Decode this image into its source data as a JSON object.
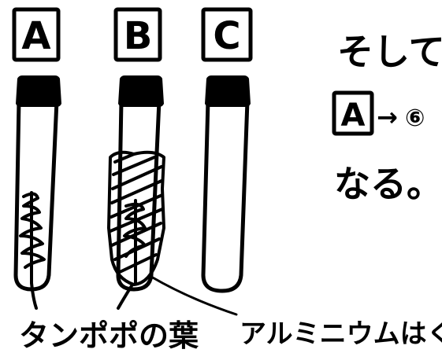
{
  "tubes": [
    {
      "label": "A",
      "content": "dandelion-leaf"
    },
    {
      "label": "B",
      "content": "dandelion-leaf-foil-wrapped"
    },
    {
      "label": "C",
      "content": "empty"
    }
  ],
  "notes": {
    "line1": "そして、",
    "line2_box": "A",
    "line2_arrow": "→",
    "line2_circled": "⑥",
    "line3": "なる。た"
  },
  "labels": {
    "dandelion_leaf": "タンポポの葉",
    "aluminum_foil": "アルミニウムはく"
  }
}
